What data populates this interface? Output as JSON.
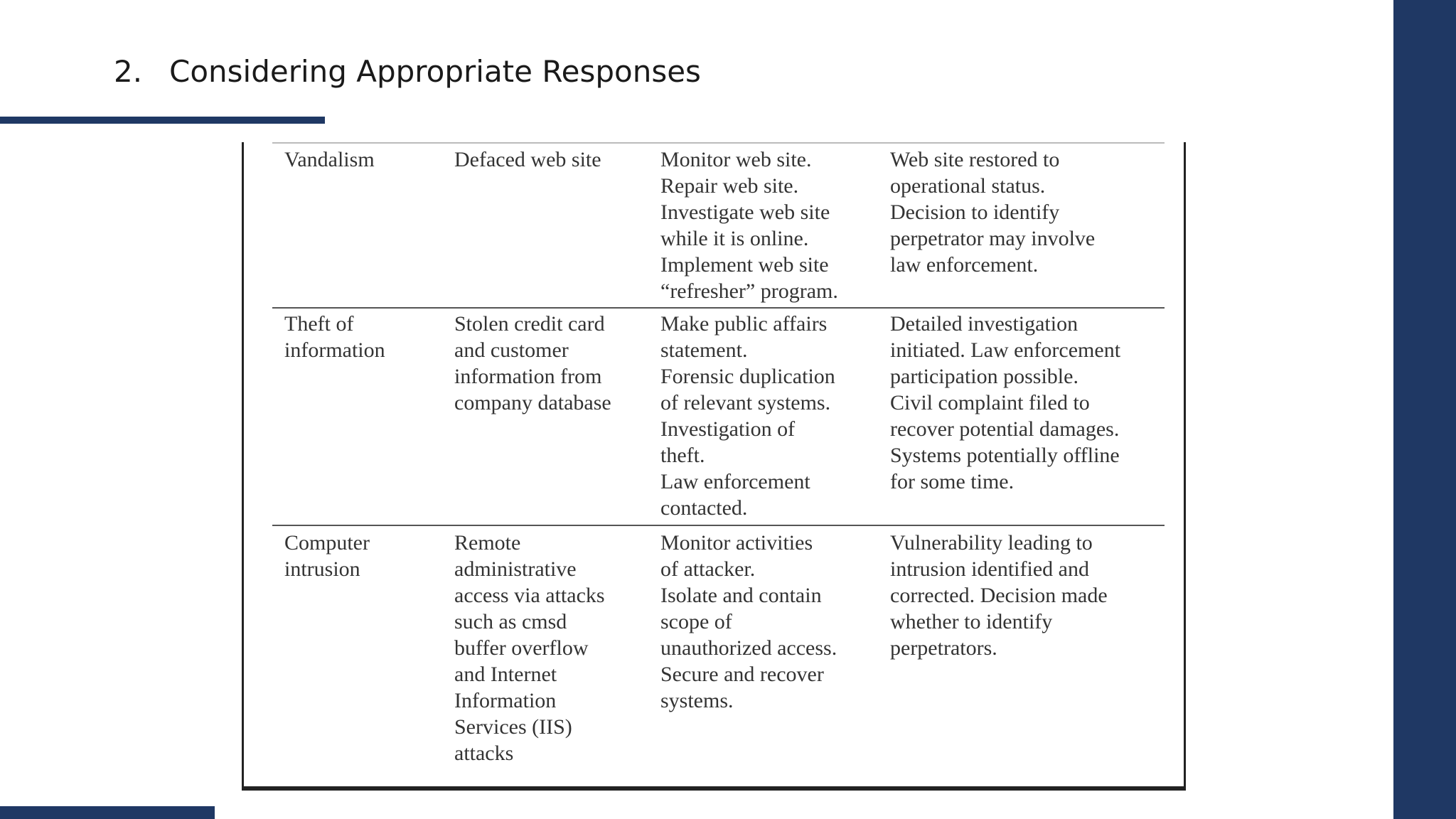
{
  "slide": {
    "title_number": "2.",
    "title_text": "Considering Appropriate Responses"
  },
  "table": {
    "rows": [
      {
        "type": "Vandalism",
        "example": "Defaced web site",
        "response": "Monitor web site.\nRepair web site.\nInvestigate web site\nwhile it is online.\nImplement web site\n“refresher” program.",
        "outcome": "Web site restored to\noperational status.\nDecision to identify\nperpetrator may involve\nlaw enforcement."
      },
      {
        "type": "Theft of\ninformation",
        "example": "Stolen credit card\nand customer\ninformation from\ncompany database",
        "response": "Make public affairs\nstatement.\nForensic duplication\nof relevant systems.\nInvestigation of\ntheft.\nLaw enforcement\ncontacted.",
        "outcome": "Detailed investigation\ninitiated. Law enforcement\nparticipation possible.\nCivil complaint filed to\nrecover potential damages.\nSystems potentially offline\nfor some time."
      },
      {
        "type": "Computer\nintrusion",
        "example": "Remote\nadministrative\naccess via attacks\nsuch as cmsd\nbuffer overflow\nand Internet\nInformation\nServices (IIS)\nattacks",
        "response": "Monitor activities\nof attacker.\nIsolate and contain\nscope of\nunauthorized access.\nSecure and recover\nsystems.",
        "outcome": "Vulnerability leading to\nintrusion identified and\ncorrected. Decision made\nwhether to identify\nperpetrators."
      }
    ]
  },
  "colors": {
    "accent_navy": "#1f3864",
    "text": "#1a1a1a",
    "table_text": "#333333"
  }
}
